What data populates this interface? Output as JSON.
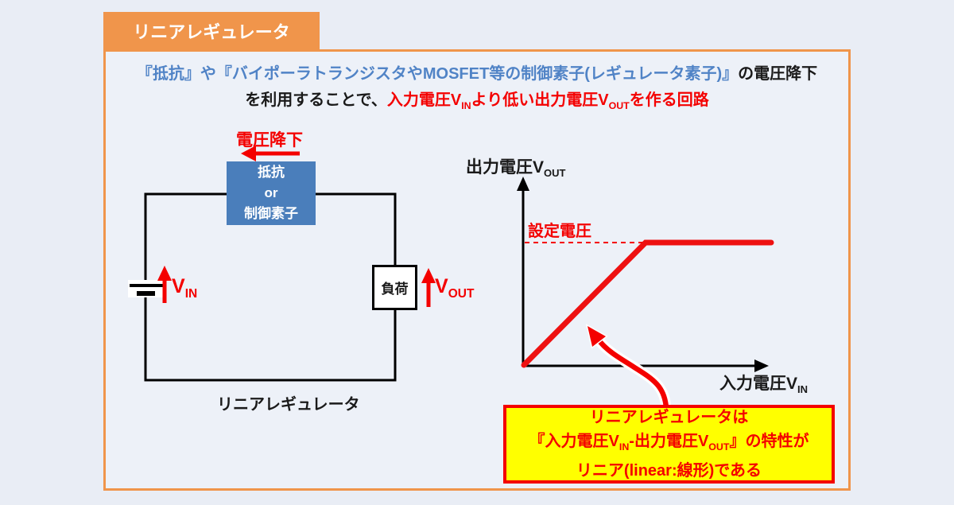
{
  "colors": {
    "accent_orange": "#F0954B",
    "panel_bg": "#EDF1F8",
    "page_bg": "#E9EDF5",
    "element_box_blue": "#4A7EBB",
    "text_blue": "#5083C6",
    "highlight_red": "#F40000",
    "curve_red": "#EE1111",
    "callout_yellow": "#FFFF00"
  },
  "tab": {
    "title": "リニアレギュレータ"
  },
  "heading": {
    "line1_blue": "『抵抗』や『バイポーラトランジスタやMOSFET等の制御素子(レギュレータ素子)』",
    "line1_black": "の電圧降下",
    "line2_black": "を利用することで、",
    "line2_red_1": "入力電圧V",
    "line2_red_sub1": "IN",
    "line2_red_2": "より低い出力電圧V",
    "line2_red_sub2": "OUT",
    "line2_red_3": "を作る回路"
  },
  "circuit": {
    "drop_label": "電圧降下",
    "element_box_lines": [
      "抵抗",
      "or",
      "制御素子"
    ],
    "vin_main": "V",
    "vin_sub": "IN",
    "load_label": "負荷",
    "vout_main": "V",
    "vout_sub": "OUT",
    "caption": "リニアレギュレータ"
  },
  "graph": {
    "y_axis_label_main": "出力電圧V",
    "y_axis_label_sub": "OUT",
    "x_axis_label_main": "入力電圧V",
    "x_axis_label_sub": "IN",
    "set_voltage_label": "設定電圧"
  },
  "callout": {
    "line1": "リニアレギュレータは",
    "line2_p1": "『入力電圧V",
    "line2_s1": "IN",
    "line2_p2": "-出力電圧V",
    "line2_s2": "OUT",
    "line2_p3": "』の特性が",
    "line3": "リニア(linear:線形)である"
  },
  "chart_data": {
    "type": "line",
    "title": "",
    "xlabel": "入力電圧VIN",
    "ylabel": "出力電圧VOUT",
    "x": [
      0,
      1,
      2
    ],
    "series": [
      {
        "name": "VIN-VOUT特性",
        "values": [
          0,
          1,
          1
        ]
      }
    ],
    "annotations": [
      "設定電圧: dashed horizontal line at saturation level y=1, from y-axis to knee at x=1"
    ],
    "legend": "none",
    "grid": false,
    "note": "Qualitative characteristic: output voltage rises linearly with input voltage, then saturates at the set voltage (設定電圧)."
  }
}
